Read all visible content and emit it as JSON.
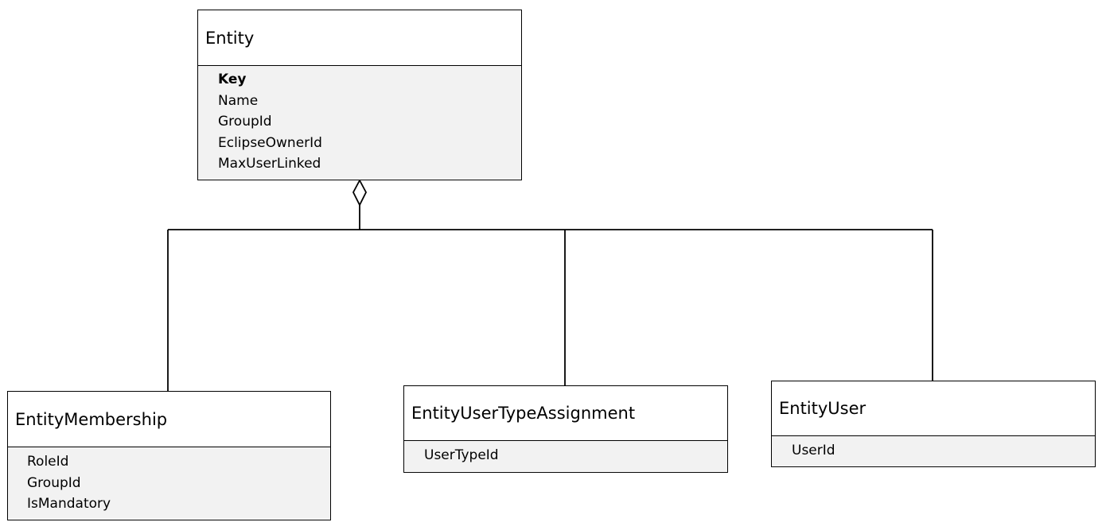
{
  "classes": {
    "entity": {
      "name": "Entity",
      "attributes": [
        "Key",
        "Name",
        "GroupId",
        "EclipseOwnerId",
        "MaxUserLinked"
      ]
    },
    "membership": {
      "name": "EntityMembership",
      "attributes": [
        "RoleId",
        "GroupId",
        "IsMandatory"
      ]
    },
    "usertype": {
      "name": "EntityUserTypeAssignment",
      "attributes": [
        "UserTypeId"
      ]
    },
    "user": {
      "name": "EntityUser",
      "attributes": [
        "UserId"
      ]
    }
  },
  "relationship": {
    "type": "aggregation",
    "whole": "Entity",
    "parts": [
      "EntityMembership",
      "EntityUserTypeAssignment",
      "EntityUser"
    ]
  },
  "colors": {
    "line": "#000000",
    "header_fill": "#ffffff",
    "body_fill": "#f2f2f2"
  }
}
